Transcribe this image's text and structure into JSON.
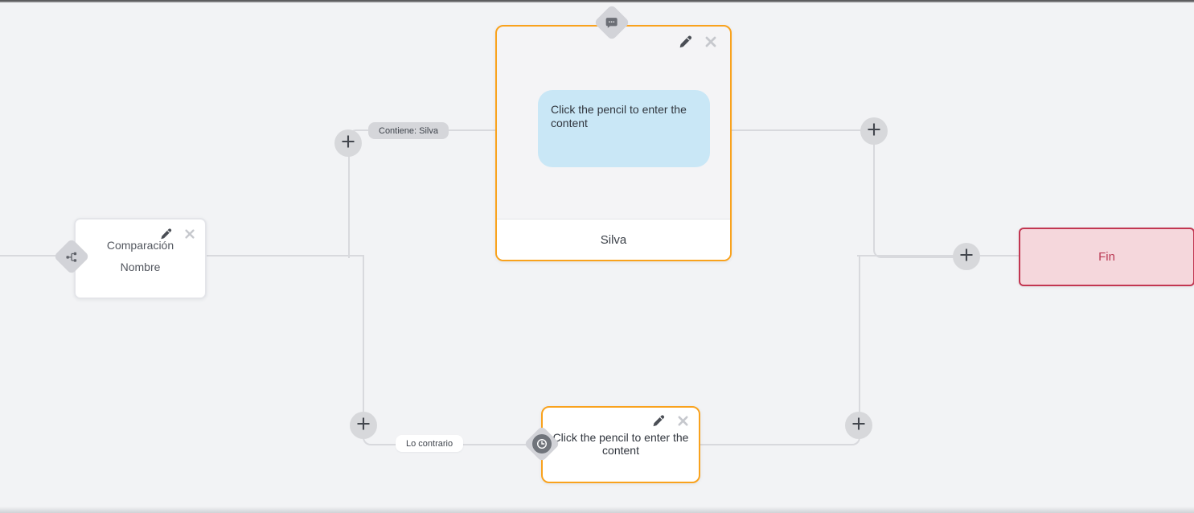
{
  "nodes": {
    "comparison": {
      "title": "Comparación",
      "subtitle": "Nombre"
    },
    "message": {
      "content_placeholder": "Click the pencil to enter the content",
      "footer_label": "Silva"
    },
    "delay": {
      "content_placeholder": "Click the pencil to enter the content"
    },
    "end": {
      "label": "Fin"
    }
  },
  "edges": {
    "condition_label": "Contiene: Silva",
    "else_label": "Lo contrario"
  },
  "icons": {
    "comparison_badge": "branch-icon",
    "message_badge": "chat-bubble-icon",
    "delay_badge": "clock-icon",
    "edit": "pencil-icon",
    "delete": "close-icon",
    "add": "plus-icon"
  },
  "colors": {
    "accent_orange": "#F9A21D",
    "end_border_red": "#C23651",
    "end_bg_pink": "#F5D7DC",
    "end_text_red": "#BA3A55",
    "bubble_blue": "#C9E7F6",
    "connector_gray": "#D8D9DD",
    "canvas_bg": "#F2F3F5"
  }
}
